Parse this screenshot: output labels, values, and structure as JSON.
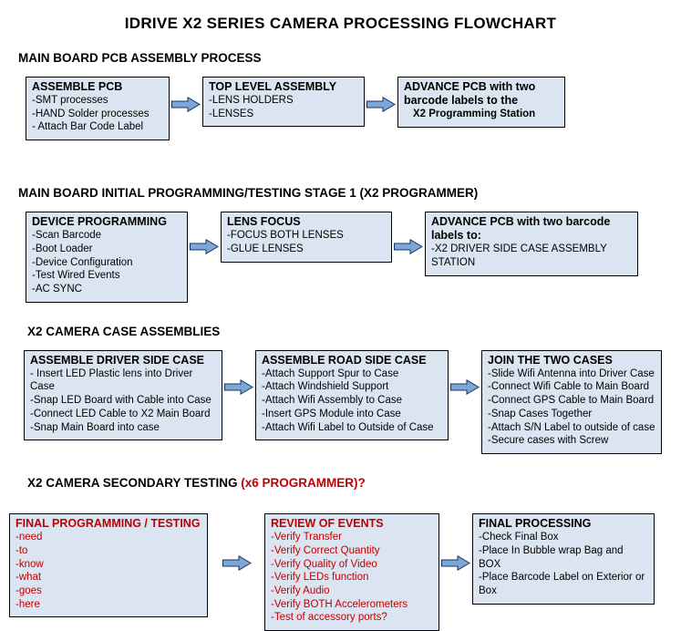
{
  "title": "IDRIVE X2  SERIES CAMERA PROCESSING FLOWCHART",
  "colors": {
    "box_fill": "#dbe5f1",
    "box_border": "#000000",
    "arrow_fill": "#7da7d9",
    "arrow_outline": "#17365d",
    "alert_text": "#c00000"
  },
  "sections": [
    {
      "heading_main": "MAIN BOARD PCB ASSEMBLY PROCESS",
      "boxes": [
        {
          "title": "ASSEMBLE PCB",
          "lines": [
            "-SMT processes",
            "-HAND Solder processes",
            "- Attach Bar Code Label"
          ]
        },
        {
          "title": "TOP LEVEL ASSEMBLY",
          "lines": [
            "-LENS HOLDERS",
            "-LENSES"
          ]
        },
        {
          "title": "ADVANCE PCB with two barcode labels to the",
          "lines": [
            "X2 Programming Station"
          ]
        }
      ]
    },
    {
      "heading_main": "MAIN BOARD INITIAL PROGRAMMING/TESTING STAGE 1 (X2 PROGRAMMER)",
      "boxes": [
        {
          "title": "DEVICE PROGRAMMING",
          "lines": [
            "-Scan Barcode",
            "-Boot Loader",
            "-Device Configuration",
            "-Test Wired Events",
            "-AC SYNC"
          ]
        },
        {
          "title": "LENS FOCUS",
          "lines": [
            "-FOCUS BOTH LENSES",
            "-GLUE LENSES"
          ]
        },
        {
          "title": "ADVANCE PCB with two barcode labels to:",
          "lines": [
            "-X2 DRIVER  SIDE  CASE  ASSEMBLY STATION"
          ]
        }
      ]
    },
    {
      "heading_main": "X2 CAMERA CASE ASSEMBLIES",
      "boxes": [
        {
          "title": "ASSEMBLE DRIVER SIDE CASE",
          "lines": [
            "- Insert LED Plastic lens into Driver Case",
            "-Snap LED Board with Cable into Case",
            "-Connect LED Cable to X2 Main Board",
            "-Snap Main Board into case"
          ]
        },
        {
          "title": "ASSEMBLE ROAD SIDE CASE",
          "lines": [
            "-Attach Support Spur to Case",
            "-Attach Windshield Support",
            "-Attach Wifi Assembly to Case",
            "-Insert GPS Module into Case",
            "-Attach Wifi Label to Outside of Case"
          ]
        },
        {
          "title": "JOIN THE TWO CASES",
          "lines": [
            "-Slide Wifi Antenna into Driver Case",
            "-Connect Wifi Cable to Main Board",
            "-Connect GPS Cable to Main Board",
            "-Snap Cases Together",
            "-Attach S/N Label to outside of case",
            "-Secure cases with Screw"
          ]
        }
      ]
    },
    {
      "heading_main": "X2 CAMERA SECONDARY TESTING ",
      "heading_alert": " (x6 PROGRAMMER)?",
      "boxes": [
        {
          "title": "FINAL PROGRAMMING / TESTING",
          "lines": [
            "-need",
            "-to",
            "-know",
            "-what",
            "-goes",
            "-here"
          ]
        },
        {
          "title": "REVIEW OF EVENTS",
          "lines": [
            "-Verify Transfer",
            "-Verify Correct Quantity",
            "-Verify Quality of Video",
            "-Verify LEDs function",
            "-Verify Audio",
            "-Verify BOTH Accelerometers",
            "-Test of accessory ports?"
          ]
        },
        {
          "title": "FINAL PROCESSING",
          "lines": [
            "-Check Final Box",
            "-Place In Bubble wrap Bag and BOX",
            "-Place Barcode Label on Exterior or Box"
          ]
        }
      ]
    }
  ]
}
